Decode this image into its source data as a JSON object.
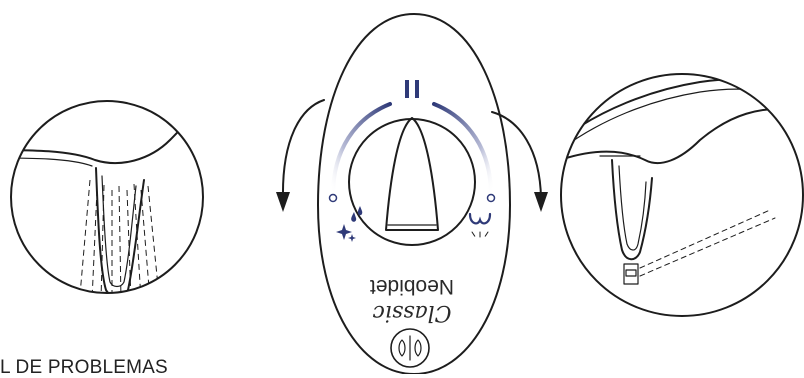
{
  "brand": {
    "name": "Neobidet",
    "model": "Classic"
  },
  "heading": {
    "text": "L DE PROBLEMAS"
  },
  "icons": {
    "pause": "pause-icon",
    "left_mode": "sparkle-drops-icon",
    "right_mode": "dryer-air-icon",
    "logo": "neobidet-logo-icon"
  },
  "colors": {
    "accent": "#2f3a78",
    "line": "#1d1d1d"
  }
}
